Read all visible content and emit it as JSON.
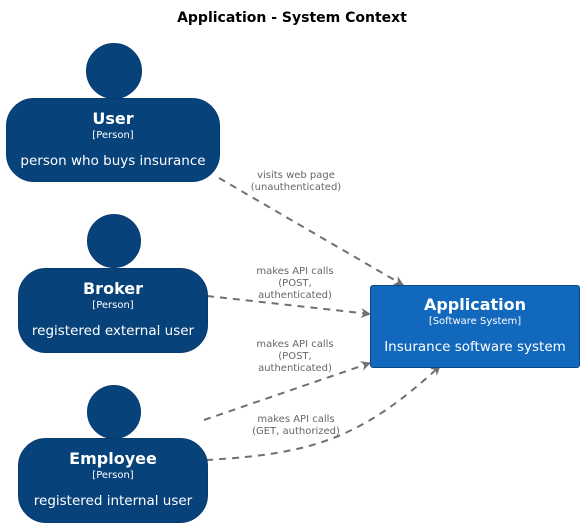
{
  "diagram": {
    "title": "Application - System Context"
  },
  "colors": {
    "person": "#08427b",
    "system": "#1168bd",
    "edge": "#707070",
    "edge_text": "#666666"
  },
  "nodes": {
    "user": {
      "name": "User",
      "type": "[Person]",
      "description": "person who buys insurance"
    },
    "broker": {
      "name": "Broker",
      "type": "[Person]",
      "description": "registered external user"
    },
    "employee": {
      "name": "Employee",
      "type": "[Person]",
      "description": "registered internal user"
    },
    "application": {
      "name": "Application",
      "type": "[Software System]",
      "description": "Insurance software system"
    }
  },
  "edges": {
    "user_app": "visits web page\n(unauthenticated)",
    "broker_app": "makes API calls\n(POST,\nauthenticated)",
    "employee_app_post": "makes API calls\n(POST,\nauthenticated)",
    "employee_app_get": "makes API calls\n(GET, authorized)"
  }
}
